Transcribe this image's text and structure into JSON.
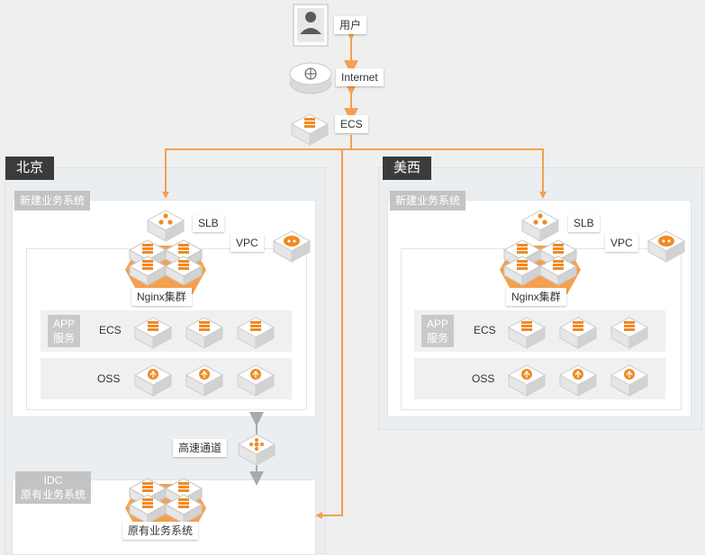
{
  "top": {
    "user_label": "用户",
    "internet_label": "Internet",
    "ecs_label": "ECS"
  },
  "beijing": {
    "title": "北京",
    "new_system": "新建业务系统",
    "slb": "SLB",
    "vpc": "VPC",
    "nginx": "Nginx集群",
    "app_line1": "APP",
    "app_line2": "服务",
    "ecs": "ECS",
    "oss": "OSS",
    "idc_line1": "IDC",
    "idc_line2": "原有业务系统",
    "legacy": "原有业务系统",
    "channel": "高速通道"
  },
  "meixi": {
    "title": "美西",
    "new_system": "新建业务系统",
    "slb": "SLB",
    "vpc": "VPC",
    "nginx": "Nginx集群",
    "app_line1": "APP",
    "app_line2": "服务",
    "ecs": "ECS",
    "oss": "OSS"
  },
  "colors": {
    "accent": "#f5a04e",
    "orange": "#f08a24",
    "dark": "#3b3b3b"
  }
}
